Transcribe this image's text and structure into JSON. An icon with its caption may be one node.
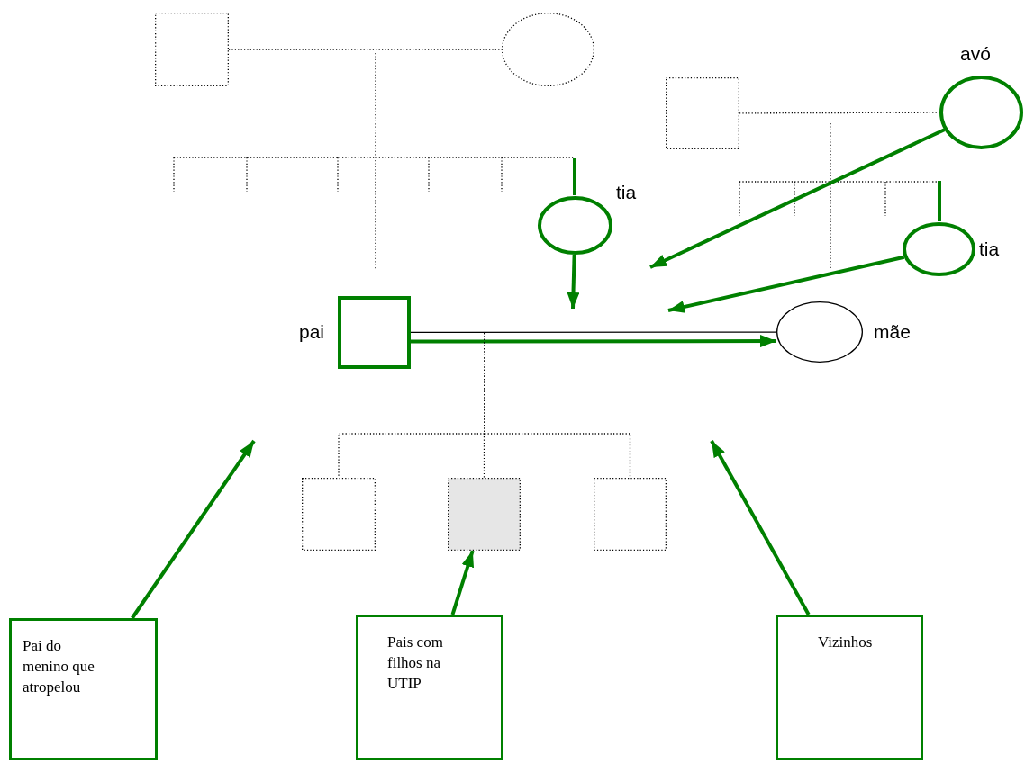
{
  "diagram": {
    "nodes": [
      {
        "text": [],
        "shape": "box"
      },
      {
        "text": [],
        "shape": "circle"
      },
      {
        "text": [
          "tia"
        ]
      },
      {
        "text": [],
        "shape": "box"
      },
      {
        "text": [
          "avó"
        ]
      },
      {
        "text": [
          "tia"
        ]
      },
      {
        "text": [
          "pai"
        ]
      },
      {
        "text": [
          "mãe"
        ]
      },
      {
        "text": [],
        "shape": "box"
      },
      {
        "text": [],
        "shape": "box"
      },
      {
        "text": [],
        "shape": "box"
      },
      {
        "text": [
          "Pai do menino que atropelou"
        ]
      },
      {
        "text": [
          "Pais com filhos na UTIP"
        ]
      },
      {
        "text": [
          "Vizinhos"
        ]
      }
    ],
    "edges": [
      {
        "from": 0,
        "to": 1,
        "arrow": "none",
        "style": "dashed",
        "color": "#000000"
      },
      {
        "from": 3,
        "to": 4,
        "arrow": "none",
        "style": "dashed",
        "color": "#000000"
      },
      {
        "from": 6,
        "to": 7,
        "arrow": "none",
        "color": "#000000"
      },
      {
        "from": 2,
        "to": null,
        "arrow": "to"
      },
      {
        "from": 4,
        "to": null,
        "arrow": "to"
      },
      {
        "from": 5,
        "to": null,
        "arrow": "to"
      },
      {
        "from": 6,
        "to": 7,
        "arrow": "to"
      },
      {
        "from": 11,
        "to": null,
        "arrow": "to"
      },
      {
        "from": 12,
        "to": 9,
        "arrow": "to"
      },
      {
        "from": 13,
        "to": null,
        "arrow": "to"
      },
      {
        "from": null,
        "to": 8,
        "arrow": "none",
        "style": "dashed",
        "color": "#000000"
      },
      {
        "from": null,
        "to": 9,
        "arrow": "none",
        "style": "dashed",
        "color": "#000000"
      },
      {
        "from": null,
        "to": 10,
        "arrow": "none",
        "style": "dashed",
        "color": "#000000"
      }
    ]
  }
}
